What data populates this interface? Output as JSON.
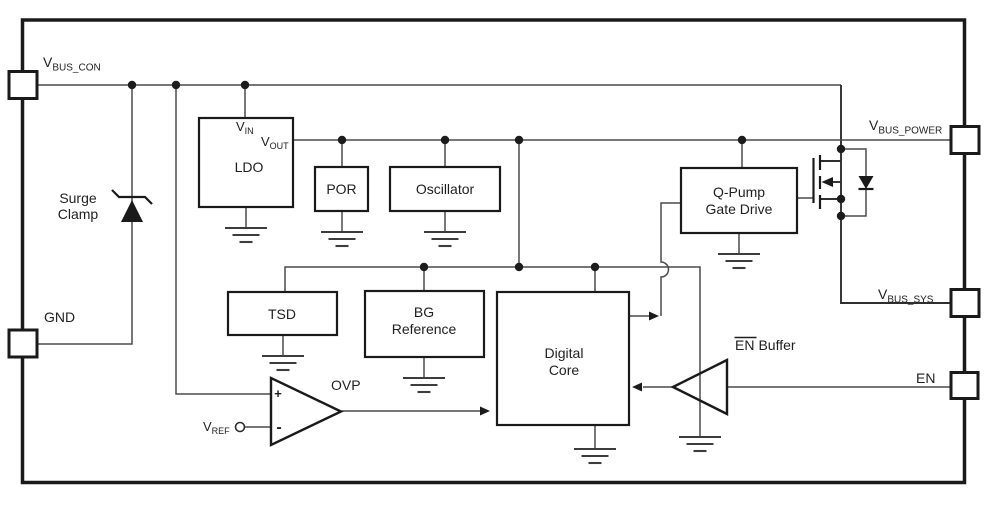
{
  "diagram": {
    "pins": {
      "vbus_con": {
        "base": "V",
        "sub": "BUS_CON"
      },
      "gnd": {
        "label": "GND"
      },
      "vbus_power": {
        "base": "V",
        "sub": "BUS_POWER"
      },
      "vbus_sys": {
        "base": "V",
        "sub": "BUS_SYS"
      },
      "en": {
        "label": "EN"
      }
    },
    "signals": {
      "vin": {
        "base": "V",
        "sub": "IN"
      },
      "vout": {
        "base": "V",
        "sub": "OUT"
      },
      "vref": {
        "base": "V",
        "sub": "REF"
      }
    },
    "blocks": {
      "ldo": {
        "label": "LDO"
      },
      "por": {
        "label": "POR"
      },
      "oscillator": {
        "label": "Oscillator"
      },
      "tsd": {
        "label": "TSD"
      },
      "bg_reference": {
        "line1": "BG",
        "line2": "Reference"
      },
      "digital_core": {
        "line1": "Digital",
        "line2": "Core"
      },
      "qpump": {
        "line1": "Q-Pump",
        "line2": "Gate Drive"
      },
      "surge_clamp": {
        "line1": "Surge",
        "line2": "Clamp"
      },
      "ovp": {
        "label": "OVP",
        "plus": "+",
        "minus": "-"
      },
      "en_buffer": {
        "en": "EN",
        "suffix": "Buffer"
      }
    },
    "colors": {
      "wire": "#4b4b4b",
      "outline": "#1a1a1a",
      "background": "#ffffff"
    }
  }
}
